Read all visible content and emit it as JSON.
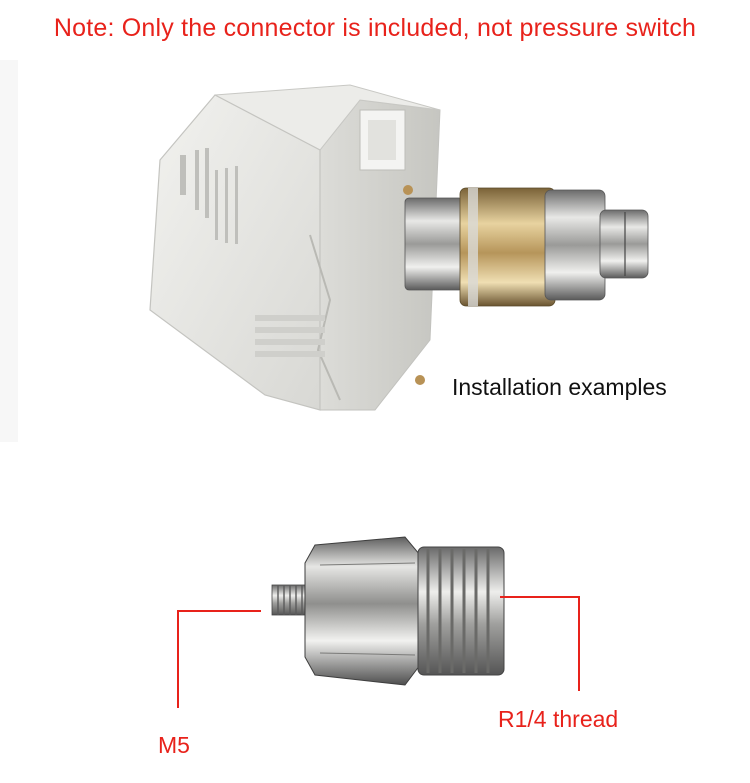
{
  "note": "Note: Only the connector is included, not  pressure switch",
  "installation_caption": "Installation examples",
  "labels": {
    "m5": "M5",
    "r14": "R1/4 thread"
  },
  "colors": {
    "accent_red": "#e8221b",
    "device_body": "#e9e9e6",
    "metal": "#c9c9c6",
    "brass": "#c9a96c"
  }
}
